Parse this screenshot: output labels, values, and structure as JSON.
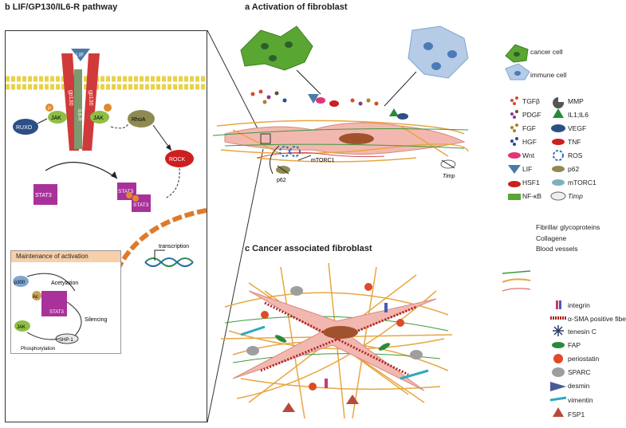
{
  "panel_b": {
    "title": "b  LIF/GP130/IL6-R pathway",
    "receptor_labels": {
      "lif": "LIF",
      "gp130_left": "gp130",
      "il6r": "IL6-R",
      "gp130_right": "gp130"
    },
    "nodes": {
      "jak_left": "JAK",
      "jak_right": "JAK",
      "ruxo": "RUXO",
      "rhoa": "RhoA",
      "rock": "ROCK",
      "stat3_left": "STAT3",
      "stat3_dimer_a": "STAT3",
      "stat3_dimer_b": "STAT3",
      "p": "P",
      "transcription": "transcription"
    },
    "maintenance": {
      "title": "Maintenance of activation",
      "p300": "p300",
      "acetylation": "Acetylation",
      "ac": "Ac",
      "stat3": "STAT3",
      "jak": "JAK",
      "silencing": "Silencing",
      "shp1": "SHP-1",
      "phosphorylation": "Phosphorylation"
    }
  },
  "panel_a": {
    "title": "a   Activation of fibroblast",
    "mtorc1": "mTORC1",
    "p62": "p62",
    "timp": "Timp"
  },
  "panel_c": {
    "title": "c   Cancer associated fibroblast"
  },
  "legend_a": {
    "cancer_cell": "cancer cell",
    "immune_cell": "immune cell",
    "col1": [
      "TGFβ",
      "PDGF",
      "FGF",
      "HGF",
      "Wnt",
      "LIF",
      "HSF1",
      "NF-κB"
    ],
    "col2": [
      "MMP",
      "IL1;IL6",
      "VEGF",
      "TNF",
      "ROS",
      "p62",
      "mTORC1",
      "Timp"
    ],
    "fibrillar": "Fibrillar glycoproteins",
    "collagene": "Collagene",
    "blood": "Blood vessels"
  },
  "legend_c": [
    "integrin",
    "α-SMA positive fibers",
    "tenesin C",
    "FAP",
    "periostatin",
    "SPARC",
    "desmin",
    "vimentin",
    "FSP1"
  ],
  "colors": {
    "cancer_green": "#5aa632",
    "immune_blue": "#7ea6d4",
    "fibro_pink": "#f2b8b0",
    "collagen_orange": "#e8a640",
    "stat3_magenta": "#a8329a",
    "jak_green": "#8dbf45",
    "rock_red": "#cc1f1f",
    "header_peach": "#f7cfa8"
  }
}
